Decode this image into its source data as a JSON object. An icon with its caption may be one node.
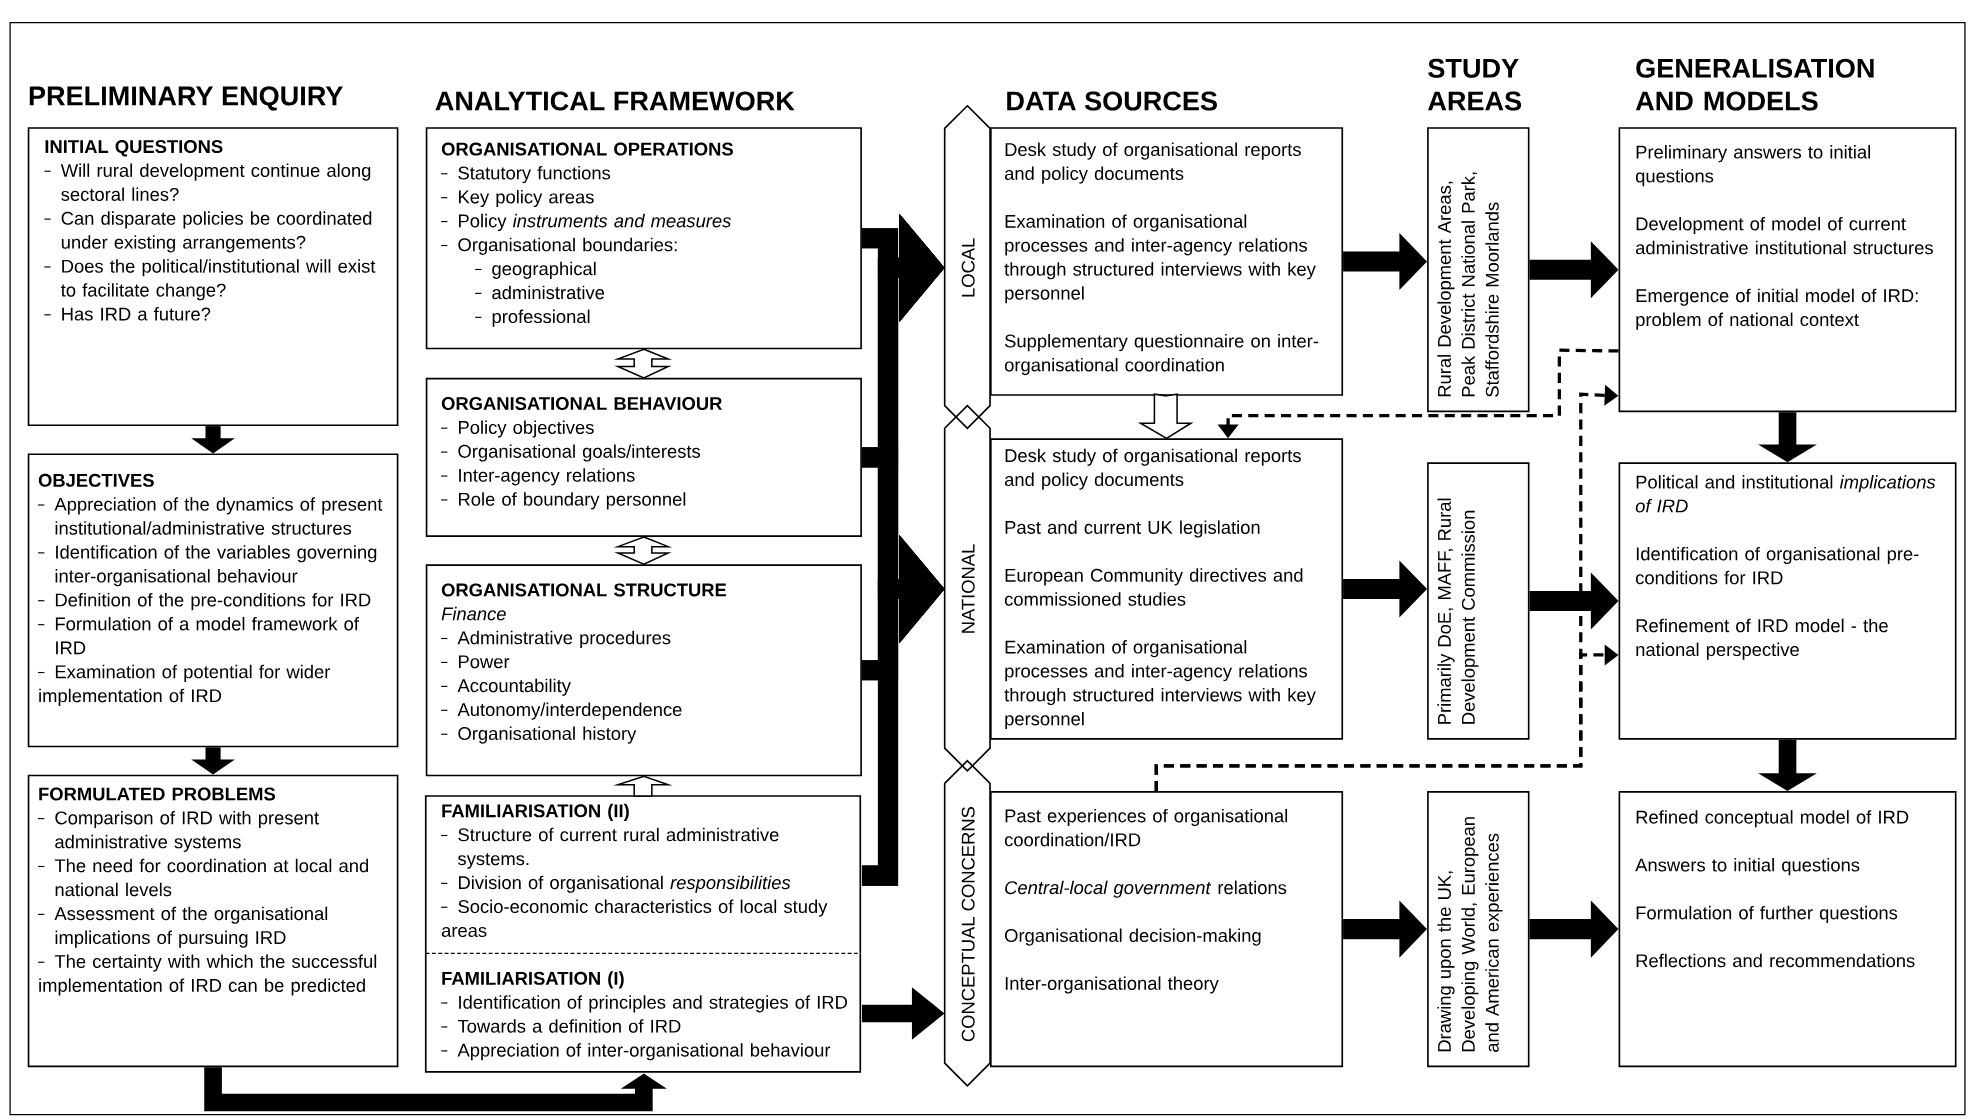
{
  "diagram": {
    "nodes": [
      {
        "text": [
          "INITIAL QUESTIONS",
          "Will rural development continue along sectoral lines?",
          "Can disparate policies be coordinated under existing arrangements?",
          "Does the political/institutional will exist to facilitate change?",
          "Has IRD a future?"
        ]
      },
      {
        "text": [
          "OBJECTIVES",
          "Appreciation of the dynamics of present institutional/administrative structures",
          "Identification of the variables governing inter-organisational behaviour",
          "Definition of the pre-conditions for IRD",
          "Formulation of a model framework of IRD",
          "Examination of potential for wider implementation of IRD"
        ]
      },
      {
        "text": [
          "FORMULATED PROBLEMS",
          "Comparison of IRD with present administrative systems",
          "The need for coordination at local and national levels",
          "Assessment of the organisational implications of pursuing IRD",
          "The certainty with which the successful implementation of IRD can be predicted"
        ]
      },
      {
        "text": [
          "ORGANISATIONAL OPERATIONS",
          "Statutory functions",
          "Key policy areas",
          "Policy *instruments and measures*",
          "Organisational boundaries:",
          "geographical",
          "administrative",
          "professional"
        ]
      },
      {
        "text": [
          "ORGANISATIONAL BEHAVIOUR",
          "Policy objectives",
          "Organisational goals/interests",
          "Inter-agency relations",
          "Role of boundary personnel"
        ]
      },
      {
        "text": [
          "ORGANISATIONAL STRUCTURE",
          "Finance",
          "Administrative procedures",
          "Power",
          "Accountability",
          "Autonomy/interdependence",
          "Organisational history"
        ]
      },
      {
        "text": [
          "FAMILIARISATION (II)",
          "Structure of current rural administrative systems.",
          "Division of organisational *responsibilities*",
          "Socio-economic characteristics of local study areas"
        ]
      },
      {
        "text": [
          "FAMILIARISATION (I)",
          "Identification of principles and strategies of IRD",
          "Towards a definition of IRD",
          "Appreciation of inter-organisational behaviour"
        ]
      },
      {
        "text": [
          "LOCAL"
        ]
      },
      {
        "text": [
          "NATIONAL"
        ]
      },
      {
        "text": [
          "CONCEPTUAL CONCERNS"
        ]
      },
      {
        "text": [
          "Desk study of organisational reports and policy documents",
          "Examination of organisational processes and inter-agency relations through structured interviews with key personnel",
          "Supplementary questionnaire on inter-organisational coordination"
        ]
      },
      {
        "text": [
          "Desk study of organisational reports and policy documents",
          "Past and current UK legislation",
          "European Community directives and commissioned studies",
          "Examination of organisational processes and inter-agency relations through structured interviews with key personnel"
        ]
      },
      {
        "text": [
          "Past experiences of organisational coordination/IRD",
          "*Central-local government* relations",
          "Organisational decision-making",
          "Inter-organisational theory"
        ]
      },
      {
        "text": [
          "Rural Development Areas, Peak District National Park, Staffordshire Moorlands"
        ]
      },
      {
        "text": [
          "Primarily DoE, MAFF, Rural Development Commission"
        ]
      },
      {
        "text": [
          "Drawing upon the UK, Developing World, European and American experiences"
        ]
      },
      {
        "text": [
          "Preliminary answers to initial questions",
          "Development of model of current administrative institutional structures",
          "Emergence of initial model of IRD: problem of national context"
        ]
      },
      {
        "text": [
          "Political and institutional *implications of IRD*",
          "Identification of organisational pre-conditions for IRD",
          "Refinement of IRD model - the national perspective"
        ]
      },
      {
        "text": [
          "Refined conceptual model of IRD",
          "Answers to initial questions",
          "Formulation of further questions",
          "Reflections and recommendations"
        ]
      }
    ],
    "edges": [
      {
        "from": 0,
        "to": 1,
        "arrow": "to"
      },
      {
        "from": 1,
        "to": 2,
        "arrow": "to"
      },
      {
        "from": 2,
        "to": 7,
        "arrow": "to"
      },
      {
        "from": 3,
        "to": 4,
        "arrow": "both"
      },
      {
        "from": 4,
        "to": 5,
        "arrow": "both"
      },
      {
        "from": 6,
        "to": 5,
        "arrow": "to"
      },
      {
        "from": 3,
        "to": 8,
        "arrow": "to"
      },
      {
        "from": 3,
        "to": 9,
        "arrow": "to"
      },
      {
        "from": 4,
        "to": 8,
        "arrow": "to"
      },
      {
        "from": 4,
        "to": 9,
        "arrow": "to"
      },
      {
        "from": 5,
        "to": 8,
        "arrow": "to"
      },
      {
        "from": 5,
        "to": 9,
        "arrow": "to"
      },
      {
        "from": 6,
        "to": 8,
        "arrow": "to"
      },
      {
        "from": 6,
        "to": 9,
        "arrow": "to"
      },
      {
        "from": 7,
        "to": 10,
        "arrow": "to"
      },
      {
        "from": 11,
        "to": 12,
        "arrow": "to"
      },
      {
        "from": 11,
        "to": 14,
        "arrow": "to"
      },
      {
        "from": 14,
        "to": 17,
        "arrow": "to"
      },
      {
        "from": 12,
        "to": 15,
        "arrow": "to"
      },
      {
        "from": 15,
        "to": 18,
        "arrow": "to"
      },
      {
        "from": 13,
        "to": 16,
        "arrow": "to"
      },
      {
        "from": 16,
        "to": 19,
        "arrow": "to"
      },
      {
        "from": 17,
        "to": 18,
        "arrow": "to"
      },
      {
        "from": 18,
        "to": 19,
        "arrow": "to"
      },
      {
        "from": 17,
        "to": 12,
        "arrow": "to",
        "style": "dashed"
      },
      {
        "from": 13,
        "to": 17,
        "arrow": "to",
        "style": "dashed"
      },
      {
        "from": 13,
        "to": 18,
        "arrow": "to",
        "style": "dashed"
      }
    ],
    "labels": [
      "PRELIMINARY ENQUIRY",
      "ANALYTICAL FRAMEWORK",
      "DATA SOURCES",
      "STUDY AREAS",
      "GENERALISATION AND MODELS"
    ]
  }
}
